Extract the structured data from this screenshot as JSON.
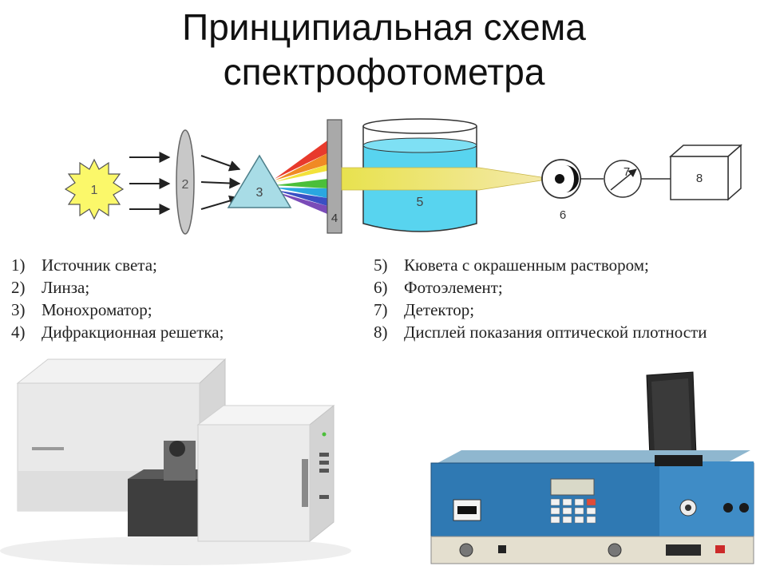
{
  "title": {
    "line1": "Принципиальная схема",
    "line2": "спектрофотометра"
  },
  "diagram": {
    "labels": [
      "1",
      "2",
      "3",
      "4",
      "5",
      "6",
      "7",
      "8"
    ],
    "colors": {
      "sun": "#fbf86a",
      "lens": "#c8c8c8",
      "prism": "#a8dce6",
      "grating": "#a9a9a9",
      "liquid": "#58d4ef",
      "beam": "#e9e36a"
    }
  },
  "legend": {
    "left": [
      {
        "num": "1)",
        "text": "Источник света;"
      },
      {
        "num": "2)",
        "text": "Линза;"
      },
      {
        "num": "3)",
        "text": "Монохроматор;"
      },
      {
        "num": "4)",
        "text": "Дифракционная решетка;"
      }
    ],
    "right": [
      {
        "num": "5)",
        "text": "Кювета с окрашенным раствором;"
      },
      {
        "num": "6)",
        "text": "Фотоэлемент;"
      },
      {
        "num": "7)",
        "text": "Детектор;"
      },
      {
        "num": "8)",
        "text": "Дисплей показания оптической плотности"
      }
    ]
  }
}
